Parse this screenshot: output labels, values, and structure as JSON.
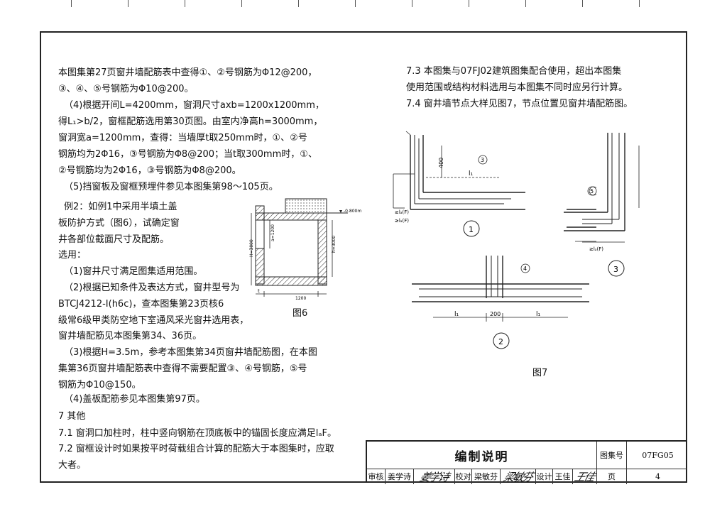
{
  "left_text": {
    "lines": [
      "本图集第27页窗井墙配筋表中查得①、②号钢筋为Φ12@200，",
      "③、④、⑤号钢筋为Φ10@200。",
      "（4)根据开间L=4200mm，窗洞尺寸axb=1200x1200mm，",
      "得L₁>b/2，窗框配筋选用第30页图。由室内净高h=3000mm，",
      "窗洞宽a=1200mm，查得：当墙厚t取250mm时，①、②号",
      "钢筋均为2Φ16，③号钢筋为Φ8@200；当t取300mm时，①、",
      "②号钢筋均为2Φ16，③号钢筋为Φ8@200。",
      "（5)挡窗板及窗框预埋件参见本图集第98～105页。"
    ],
    "example2_lines": [
      "例2：如例1中采用半填土盖",
      "板防护方式（图6），试确定窗",
      "井各部位截面尺寸及配筋。",
      "选用：",
      "（1)窗井尺寸满足图集适用范围。",
      "（2)根据已知条件及表达方式，窗井型号为",
      "BTCJ4212-I(h6c)，查本图集第23页核6",
      "级常6级甲类防空地下室通风采光窗井选用表，",
      "窗井墙配筋见本图集第34、36页。"
    ],
    "lines_after": [
      "（3)根据H=3.5m，参考本图集第34页窗井墙配筋图，在本图",
      "集第36页窗井墙配筋表中查得不需要配置③、④号钢筋，⑤号",
      "钢筋为Φ10@150。",
      "（4)盖板配筋参见本图集第97页。",
      "7  其他",
      "7.1  窗洞口加柱时，柱中竖向钢筋在顶底板中的锚固长度应满足lₐF。",
      "7.2  窗框设计时如果按平时荷载组合计算的配筋大于本图集时，应取",
      "大者。"
    ]
  },
  "right_text": {
    "lines": [
      "7.3  本图集与07FJ02建筑图集配合使用，超出本图集",
      "使用范围或结构材料选用与本图集不同时应另行计算。",
      "7.4  窗井墙节点大样见图7，节点位置见窗井墙配筋图。"
    ]
  },
  "figure6": {
    "caption": "图6",
    "level_mark": "-0.800m",
    "dim_h": "h=3000",
    "dim_H": "H=3000",
    "dim_a": "a=1200",
    "dim_t": "t",
    "dim_1200": "1200"
  },
  "figure7": {
    "caption": "图7",
    "detail1_num": "1",
    "detail2_num": "2",
    "detail3_num": "3",
    "bar3": "3",
    "bar4": "4",
    "bar5": "5",
    "dim_400": "400",
    "dim_200": "200",
    "l1": "l₁",
    "laf": "≥lₐ(F)"
  },
  "title_block": {
    "title": "编制说明",
    "atlas_label": "图集号",
    "atlas_no": "07FG05",
    "page_label": "页",
    "page_no": "4",
    "review_label": "审核",
    "reviewer": "姜学诗",
    "reviewer_sig": "姜学诗",
    "check_label": "校对",
    "checker": "梁敏芬",
    "checker_sig": "梁敏芬",
    "design_label": "设计",
    "designer": "王佳",
    "designer_sig": "王佳"
  }
}
